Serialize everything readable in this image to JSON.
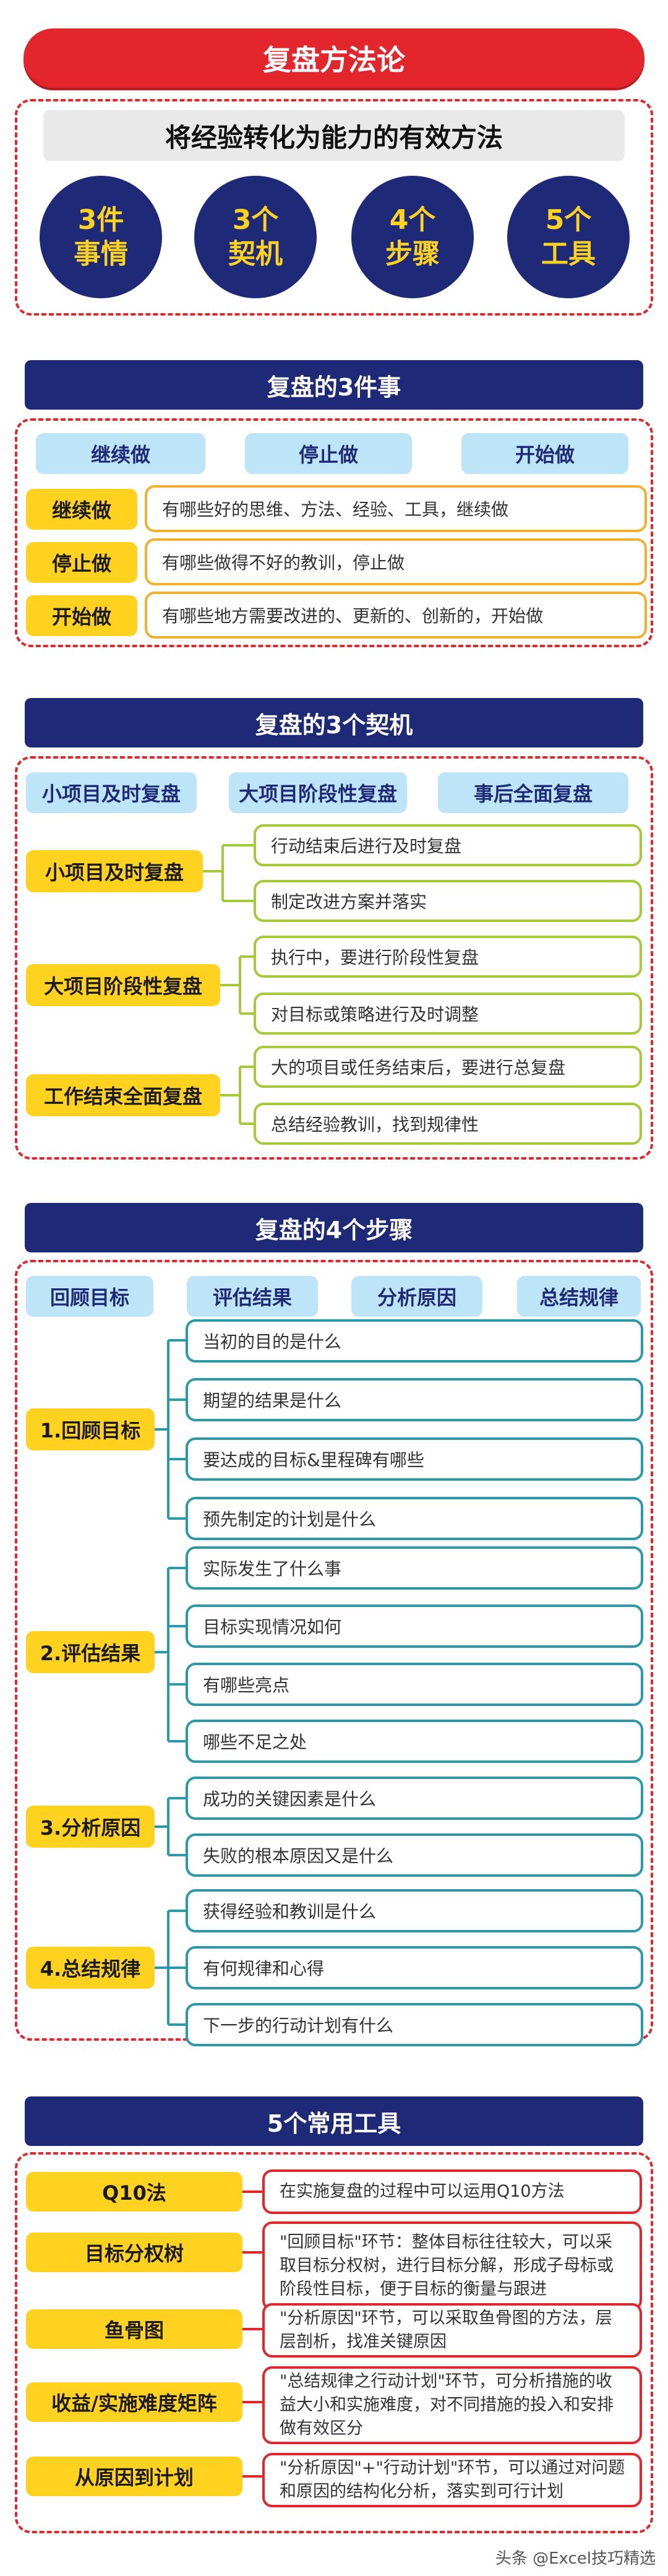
{
  "banner": {
    "title": "复盘方法论"
  },
  "intro": {
    "subtitle": "将经验转化为能力的有效方法",
    "circles": [
      {
        "line1": "3件",
        "line2": "事情"
      },
      {
        "line1": "3个",
        "line2": "契机"
      },
      {
        "line1": "4个",
        "line2": "步骤"
      },
      {
        "line1": "5个",
        "line2": "工具"
      }
    ]
  },
  "three_things": {
    "header": "复盘的3件事",
    "columns": [
      "继续做",
      "停止做",
      "开始做"
    ],
    "rows": [
      {
        "label": "继续做",
        "text": "有哪些好的思维、方法、经验、工具，继续做"
      },
      {
        "label": "停止做",
        "text": "有哪些做得不好的教训，停止做"
      },
      {
        "label": "开始做",
        "text": "有哪些地方需要改进的、更新的、创新的，开始做"
      }
    ]
  },
  "three_occasions": {
    "header": "复盘的3个契机",
    "columns": [
      "小项目及时复盘",
      "大项目阶段性复盘",
      "事后全面复盘"
    ],
    "groups": [
      {
        "label": "小项目及时复盘",
        "items": [
          "行动结束后进行及时复盘",
          "制定改进方案并落实"
        ]
      },
      {
        "label": "大项目阶段性复盘",
        "items": [
          "执行中，要进行阶段性复盘",
          "对目标或策略进行及时调整"
        ]
      },
      {
        "label": "工作结束全面复盘",
        "items": [
          "大的项目或任务结束后，要进行总复盘",
          "总结经验教训，找到规律性"
        ]
      }
    ]
  },
  "four_steps": {
    "header": "复盘的4个步骤",
    "columns": [
      "回顾目标",
      "评估结果",
      "分析原因",
      "总结规律"
    ],
    "groups": [
      {
        "label": "1.回顾目标",
        "items": [
          "当初的目的是什么",
          "期望的结果是什么",
          "要达成的目标&里程碑有哪些",
          "预先制定的计划是什么"
        ]
      },
      {
        "label": "2.评估结果",
        "items": [
          "实际发生了什么事",
          "目标实现情况如何",
          "有哪些亮点",
          "哪些不足之处"
        ]
      },
      {
        "label": "3.分析原因",
        "items": [
          "成功的关键因素是什么",
          "失败的根本原因又是什么"
        ]
      },
      {
        "label": "4.总结规律",
        "items": [
          "获得经验和教训是什么",
          "有何规律和心得",
          "下一步的行动计划有什么"
        ]
      }
    ]
  },
  "five_tools": {
    "header": "5个常用工具",
    "rows": [
      {
        "label": "Q10法",
        "text": "在实施复盘的过程中可以运用Q10方法"
      },
      {
        "label": "目标分权树",
        "text": "\"回顾目标\"环节：整体目标往往较大，可以采取目标分权树，进行目标分解，形成子母标或阶段性目标，便于目标的衡量与跟进"
      },
      {
        "label": "鱼骨图",
        "text": "\"分析原因\"环节，可以采取鱼骨图的方法，层层剖析，找准关键原因"
      },
      {
        "label": "收益/实施难度矩阵",
        "text": "\"总结规律之行动计划\"环节，可分析措施的收益大小和实施难度，对不同措施的投入和安排做有效区分"
      },
      {
        "label": "从原因到计划",
        "text": "\"分析原因\"+\"行动计划\"环节，可以通过对问题和原因的结构化分析，落实到可行计划"
      }
    ]
  },
  "footer": {
    "watermark": "头条 @Excel技巧精选"
  },
  "colors": {
    "red": "#e3262c",
    "navy": "#1e2a78",
    "yellow": "#ffd21f",
    "lightblue": "#bde4f7",
    "orange": "#f3b02f",
    "green": "#a6c93a",
    "teal": "#2b9aa8"
  }
}
